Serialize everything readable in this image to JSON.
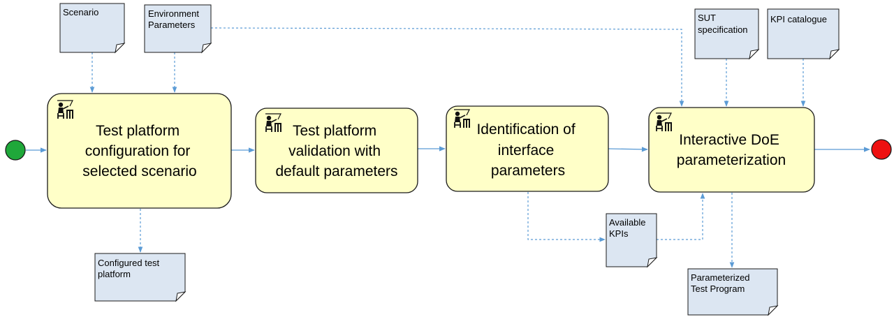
{
  "tasks": [
    {
      "name": "task-test-platform-configuration",
      "lines": [
        "Test platform",
        "configuration for",
        "selected scenario"
      ]
    },
    {
      "name": "task-test-platform-validation",
      "lines": [
        "Test platform",
        "validation with",
        "default parameters"
      ]
    },
    {
      "name": "task-identification-interface-parameters",
      "lines": [
        "Identification of",
        "interface",
        "parameters"
      ]
    },
    {
      "name": "task-interactive-doe-parameterization",
      "lines": [
        "Interactive DoE",
        "parameterization"
      ]
    }
  ],
  "documents": [
    {
      "name": "doc-scenario",
      "lines": [
        "Scenario"
      ]
    },
    {
      "name": "doc-environment-parameters",
      "lines": [
        "Environment",
        "Parameters"
      ]
    },
    {
      "name": "doc-sut-specification",
      "lines": [
        "SUT",
        "specification"
      ]
    },
    {
      "name": "doc-kpi-catalogue",
      "lines": [
        "KPI catalogue"
      ]
    },
    {
      "name": "doc-configured-test-platform",
      "lines": [
        "Configured test",
        "platform"
      ]
    },
    {
      "name": "doc-available-kpis",
      "lines": [
        "Available",
        "KPIs"
      ]
    },
    {
      "name": "doc-parameterized-test-program",
      "lines": [
        "Parameterized",
        "Test Program"
      ]
    }
  ],
  "colors": {
    "start_event": "#1fa83a",
    "end_event": "#ee1111",
    "task_fill": "#ffffc8",
    "document_fill": "#dce6f2",
    "connector": "#5b9bd5"
  },
  "icons": {
    "task_marker": "person-at-desk-icon",
    "start": "start-event-icon",
    "end": "end-event-icon"
  }
}
